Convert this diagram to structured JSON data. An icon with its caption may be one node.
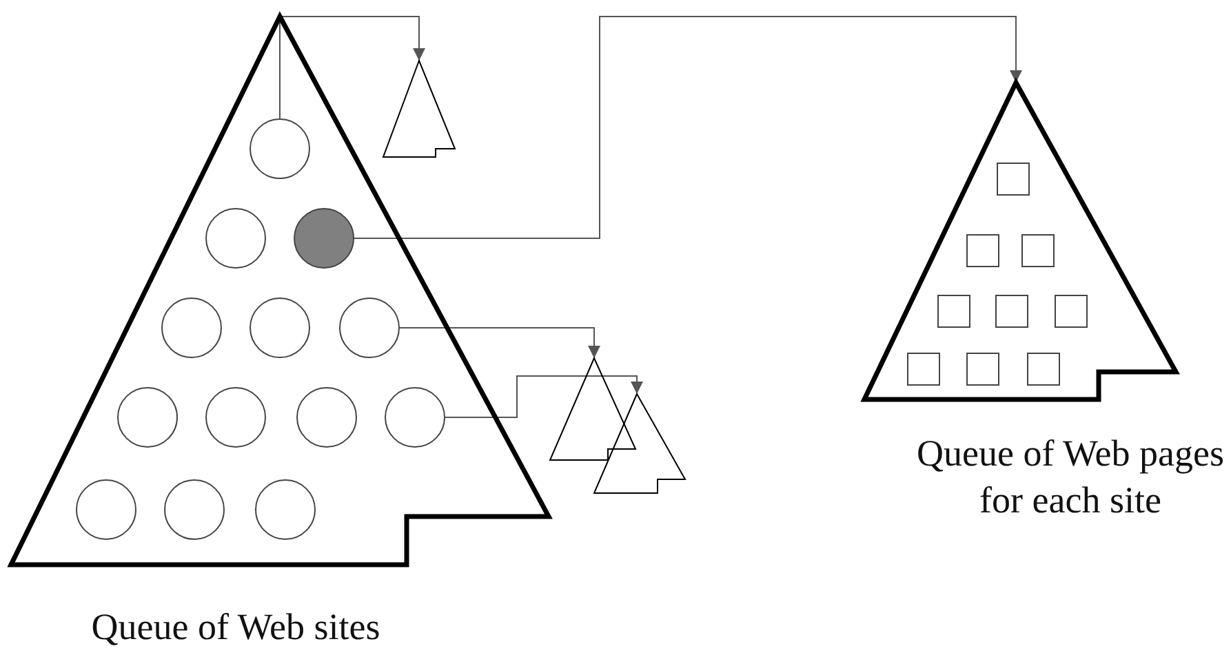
{
  "diagram": {
    "nodes": [
      {
        "text": [
          "Queue of Web sites"
        ]
      },
      {
        "text": [],
        "shape": "circle",
        "in": 0
      },
      {
        "text": [],
        "shape": "circle",
        "in": 0
      },
      {
        "text": [],
        "shape": "circle",
        "in": 0
      },
      {
        "text": [],
        "shape": "circle",
        "in": 0
      },
      {
        "text": [],
        "shape": "circle",
        "in": 0
      },
      {
        "text": [],
        "shape": "circle",
        "in": 0
      },
      {
        "text": [],
        "shape": "circle",
        "in": 0
      },
      {
        "text": [],
        "shape": "circle",
        "in": 0
      },
      {
        "text": [],
        "shape": "circle",
        "in": 0
      },
      {
        "text": [],
        "shape": "circle",
        "in": 0
      },
      {
        "text": [],
        "shape": "circle",
        "in": 0
      },
      {
        "text": [],
        "shape": "circle",
        "in": 0
      },
      {
        "text": [],
        "shape": "circle",
        "in": 0
      },
      {
        "text": [],
        "shape": "triangle"
      },
      {
        "text": [
          "Queue of Web pages for each site"
        ]
      },
      {
        "text": [],
        "shape": "box",
        "in": 15
      },
      {
        "text": [],
        "shape": "box",
        "in": 15
      },
      {
        "text": [],
        "shape": "box",
        "in": 15
      },
      {
        "text": [],
        "shape": "box",
        "in": 15
      },
      {
        "text": [],
        "shape": "box",
        "in": 15
      },
      {
        "text": [],
        "shape": "box",
        "in": 15
      },
      {
        "text": [],
        "shape": "box",
        "in": 15
      },
      {
        "text": [],
        "shape": "box",
        "in": 15
      },
      {
        "text": [],
        "shape": "box",
        "in": 15
      },
      {
        "text": [],
        "shape": "triangle"
      },
      {
        "text": [],
        "shape": "triangle"
      }
    ],
    "edges": [
      {
        "from": 1,
        "to": 14,
        "arrow": "to"
      },
      {
        "from": 3,
        "to": 15,
        "arrow": "to"
      },
      {
        "from": 6,
        "to": 25,
        "arrow": "to"
      },
      {
        "from": 10,
        "to": 26,
        "arrow": "to"
      }
    ]
  }
}
